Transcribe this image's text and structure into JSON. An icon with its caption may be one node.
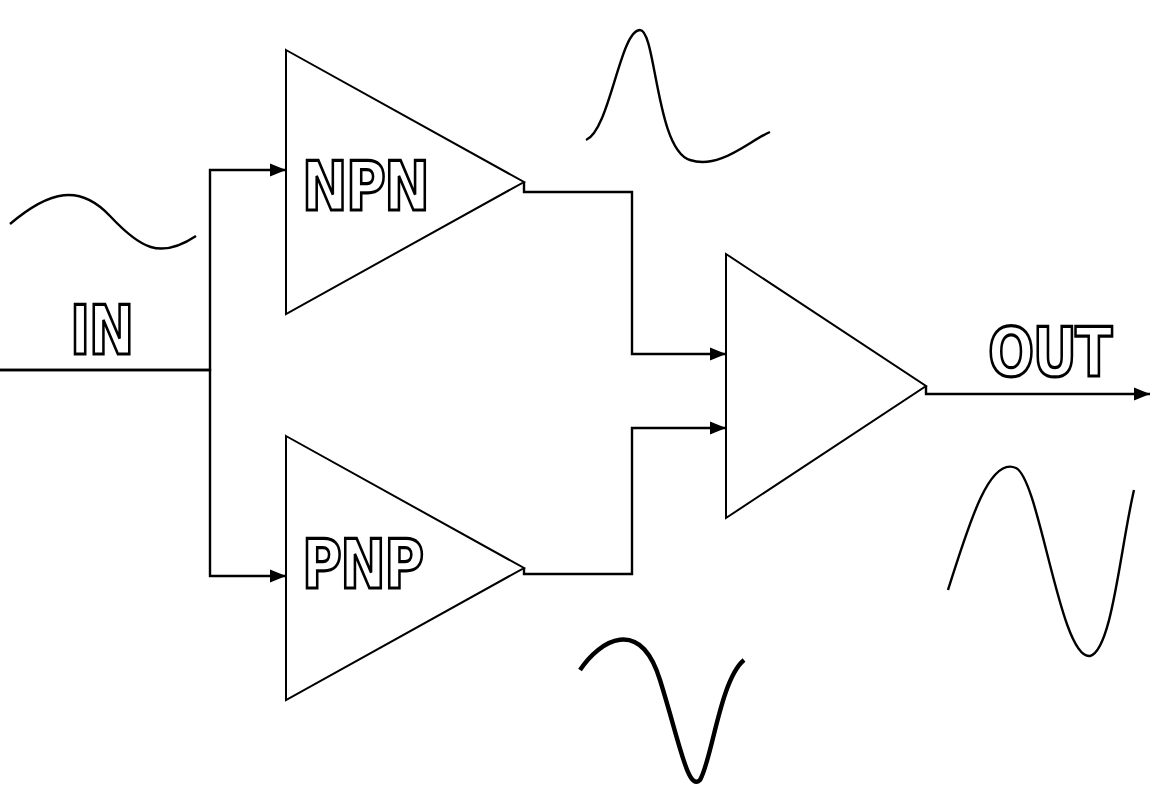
{
  "diagram": {
    "nodes": [
      {
        "text": [
          "NPN"
        ]
      },
      {
        "text": [
          "PNP"
        ]
      },
      {
        "text": [],
        "shape": "triangle"
      }
    ],
    "edges": [
      {
        "from": null,
        "to": 0,
        "arrow": "to"
      },
      {
        "from": null,
        "to": 1,
        "arrow": "to"
      },
      {
        "from": 0,
        "to": 2,
        "arrow": "to"
      },
      {
        "from": 1,
        "to": 2,
        "arrow": "to"
      },
      {
        "from": 2,
        "to": null,
        "arrow": "to"
      }
    ],
    "labels": [
      "IN",
      "OUT"
    ]
  }
}
